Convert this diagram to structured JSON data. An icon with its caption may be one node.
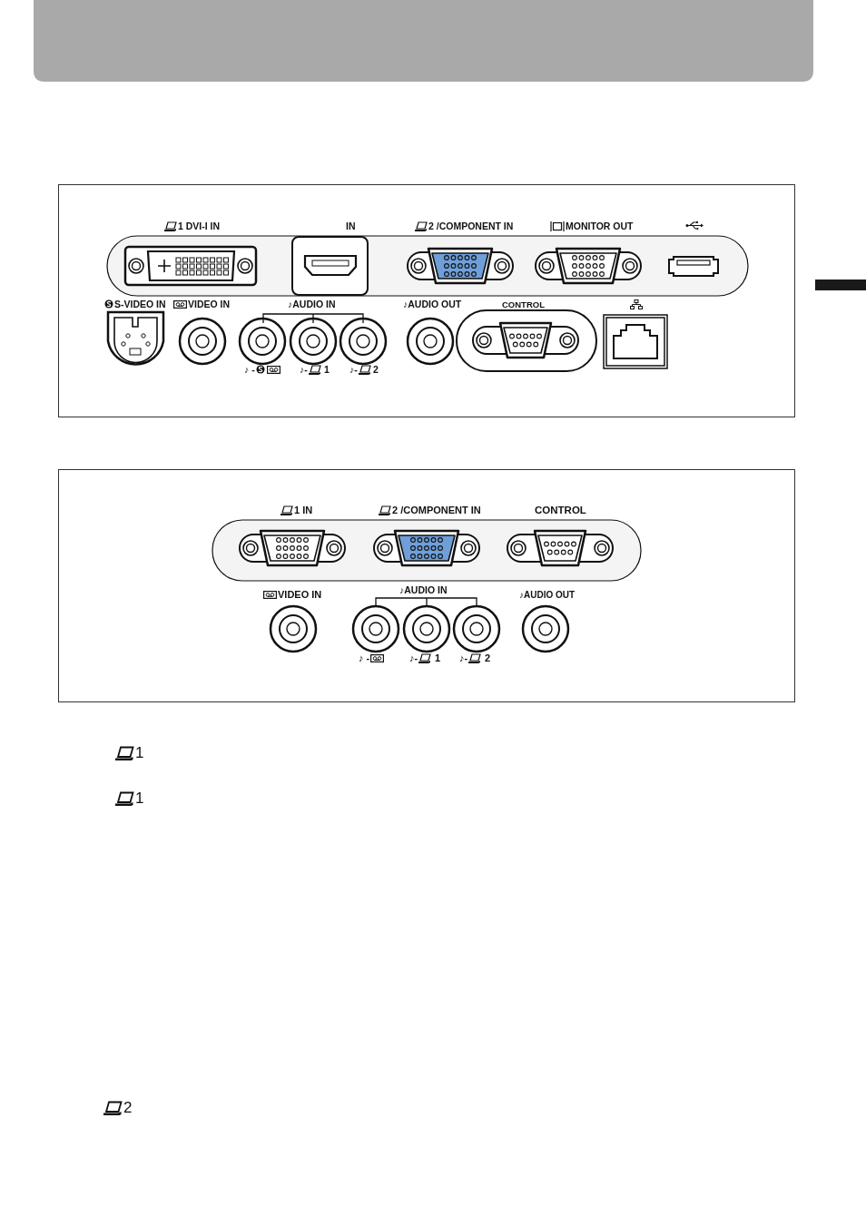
{
  "diagram": {
    "labels": [
      "1 DVI-I IN",
      "IN",
      "2 /COMPONENT IN",
      "MONITOR OUT",
      "S-VIDEO IN",
      "VIDEO IN",
      "♪AUDIO IN",
      "♪AUDIO OUT",
      "CONTROL",
      "♪ -",
      "♪-",
      "1",
      "♪-",
      "2",
      "1 IN",
      "2 /COMPONENT IN",
      "CONTROL",
      "VIDEO IN",
      "♪AUDIO IN",
      "♪AUDIO OUT",
      "♪ -",
      "♪-",
      "1",
      "♪-",
      "2",
      "1",
      "1",
      "2"
    ]
  }
}
